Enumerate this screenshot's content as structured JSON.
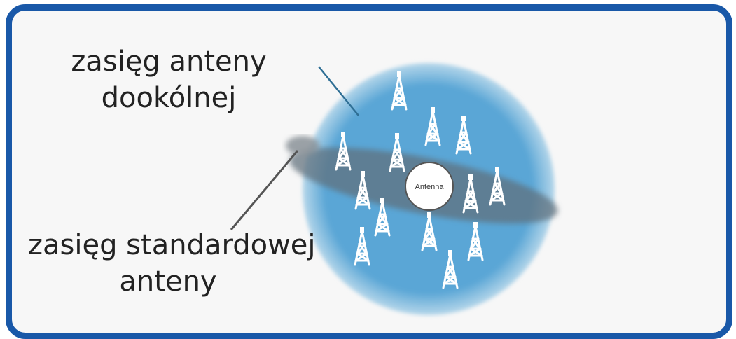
{
  "labels": {
    "omni_line1": "zasięg anteny",
    "omni_line2": "dookólnej",
    "standard_line1": "zasięg standardowej",
    "standard_line2": "anteny"
  },
  "center_antenna": {
    "label": "Antenna"
  },
  "colors": {
    "frame_border": "#1958a8",
    "frame_fill": "#f7f7f7",
    "omni_coverage": "#5aa6d6",
    "standard_coverage": "#5f6f7a",
    "antenna_circle": "#ffffff",
    "tower_stroke": "#ffffff"
  },
  "icons": {
    "tower": "radio-tower-icon"
  }
}
